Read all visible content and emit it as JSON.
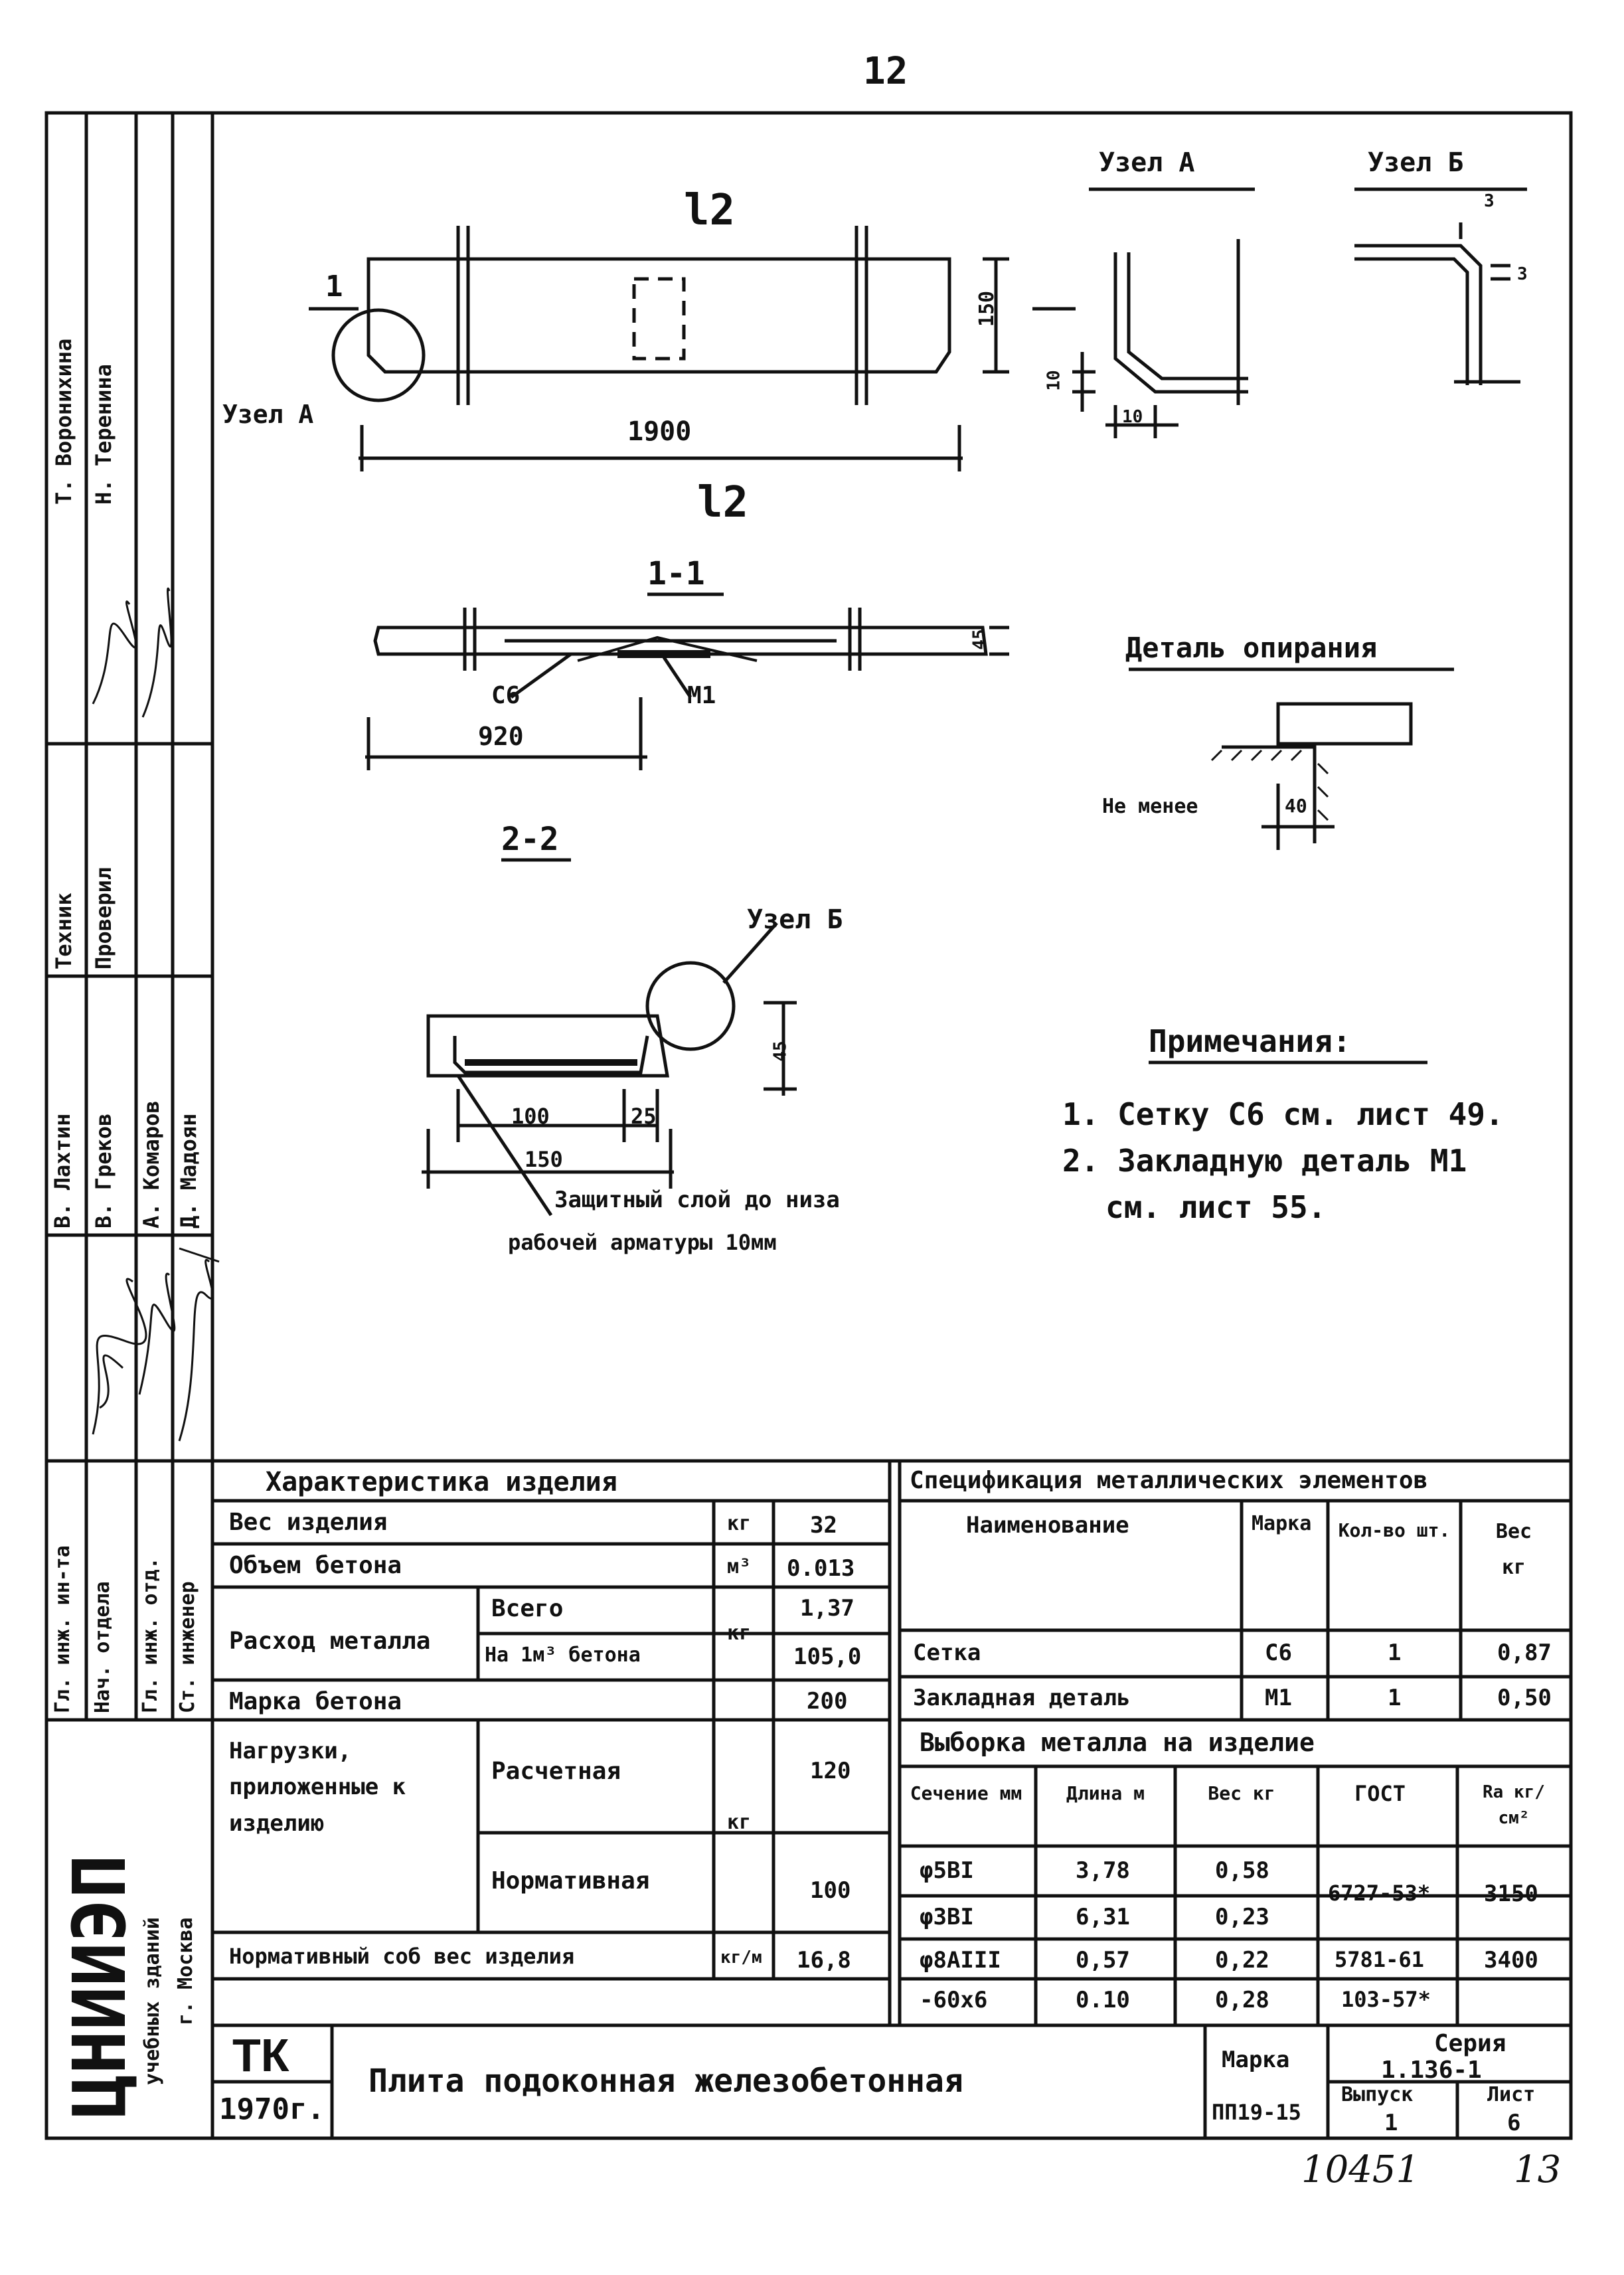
{
  "page_number": "12",
  "drawing": {
    "label_l2_top": "l2",
    "label_l2_bottom": "l2",
    "cut_1": "1",
    "node_a_callout": "Узел А",
    "dim_1900": "1900",
    "dim_150": "150",
    "node_a_title": "Узел А",
    "node_b_title": "Узел Б",
    "node_a_dim_10_v": "10",
    "node_a_dim_10_h": "10",
    "node_b_dim_3_a": "3",
    "node_b_dim_3_b": "3",
    "section_1_1": "1-1",
    "sec11_c6": "С6",
    "sec11_m1": "М1",
    "sec11_dim_920": "920",
    "sec11_dim_45": "45",
    "section_2_2": "2-2",
    "sec22_node_b": "Узел Б",
    "sec22_dim_45": "45",
    "sec22_dim_100": "100",
    "sec22_dim_25": "25",
    "sec22_dim_150": "150",
    "protect_line1": "Защитный слой до низа",
    "protect_line2": "рабочей арматуры 10мм",
    "support_title": "Деталь опирания",
    "support_label": "Не менее",
    "support_dim": "40"
  },
  "notes": {
    "title": "Примечания:",
    "line1": "1. Сетку С6 см. лист 49.",
    "line2": "2. Закладную деталь М1",
    "line3": "см. лист 55."
  },
  "left_strip": {
    "roles": [
      "Гл. инж. ин-та",
      "Нач. отдела",
      "Гл. инж. отд.",
      "Ст. инженер"
    ],
    "names_a": [
      "В. Лахтин",
      "В. Греков",
      "А. Комаров",
      "Д. Мадоян"
    ],
    "roles_b": [
      "Техник",
      "Проверил"
    ],
    "names_b": [
      "Т. Воронихина",
      "Н. Теренина"
    ],
    "institute": "ЦНИИЭП",
    "institute_sub1": "учебных зданий",
    "institute_sub2": "г. Москва"
  },
  "characteristics": {
    "title": "Характеристика изделия",
    "rows": [
      {
        "label": "Вес изделия",
        "unit": "кг",
        "value": "32"
      },
      {
        "label": "Объем бетона",
        "unit": "м³",
        "value": "0.013"
      },
      {
        "label": "Расход металла",
        "sub1": "Всего",
        "sub2": "На 1м³ бетона",
        "unit": "кг",
        "value1": "1,37",
        "value2": "105,0"
      },
      {
        "label": "Марка бетона",
        "value": "200"
      },
      {
        "label": "Нагрузки, приложенные к изделию",
        "sub1": "Расчетная",
        "sub2": "Нормативная",
        "unit": "кг",
        "value1": "120",
        "value2": "100"
      },
      {
        "label": "Нормативный соб вес изделия",
        "unit": "кг/м",
        "value": "16,8"
      }
    ]
  },
  "spec": {
    "title": "Спецификация металлических элементов",
    "headers": [
      "Наименование",
      "Марка",
      "Кол-во шт.",
      "Вес кг"
    ],
    "rows": [
      [
        "Сетка",
        "С6",
        "1",
        "0,87"
      ],
      [
        "Закладная деталь",
        "М1",
        "1",
        "0,50"
      ]
    ]
  },
  "selection": {
    "title": "Выборка металла на изделие",
    "headers": [
      "Сечение мм",
      "Длина м",
      "Вес кг",
      "ГОСТ",
      "Ra кг/см²"
    ],
    "rows": [
      [
        "φ5ВI",
        "3,78",
        "0,58",
        "6727-53*",
        "3150"
      ],
      [
        "φ3ВI",
        "6,31",
        "0,23",
        "",
        ""
      ],
      [
        "φ8АIII",
        "0,57",
        "0,22",
        "5781-61",
        "3400"
      ],
      [
        "-60х6",
        "0.10",
        "0,28",
        "103-57*",
        ""
      ]
    ]
  },
  "title_block": {
    "tk": "ТК",
    "year": "1970г.",
    "title": "Плита подоконная железобетонная",
    "mark_label": "Марка",
    "mark_value": "ПП19-15",
    "series_label": "Серия",
    "series_value": "1.136-1",
    "issue_label": "Выпуск",
    "issue_value": "1",
    "sheet_label": "Лист",
    "sheet_value": "6"
  },
  "footer": {
    "number": "10451",
    "page": "13"
  }
}
